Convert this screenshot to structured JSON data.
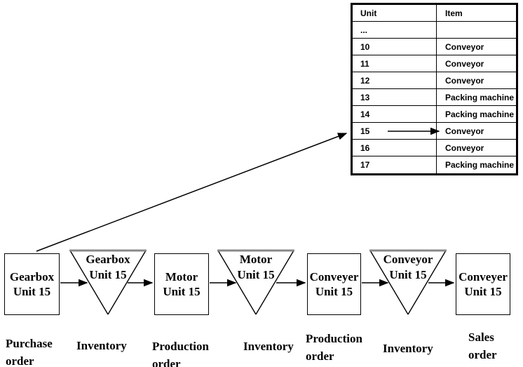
{
  "colors": {
    "ink": "#000000",
    "background": "#ffffff",
    "triangle_top_edge": "#888888"
  },
  "table": {
    "headers": {
      "unit": "Unit",
      "item": "Item"
    },
    "rows": [
      {
        "unit": "...",
        "item": ""
      },
      {
        "unit": "10",
        "item": "Conveyor"
      },
      {
        "unit": "11",
        "item": "Conveyor"
      },
      {
        "unit": "12",
        "item": "Conveyor"
      },
      {
        "unit": "13",
        "item": "Packing machine"
      },
      {
        "unit": "14",
        "item": "Packing machine"
      },
      {
        "unit": "15",
        "item": "Conveyor",
        "note": "arrow points from unit 15 to Conveyor"
      },
      {
        "unit": "16",
        "item": "Conveyor"
      },
      {
        "unit": "17",
        "item": "Packing machine"
      }
    ]
  },
  "flow": {
    "stages": [
      {
        "shape": "rectangle",
        "title_line1": "Gearbox",
        "title_line2": "Unit 15",
        "caption_line1": "Purchase",
        "caption_line2": "order"
      },
      {
        "shape": "inventory-triangle",
        "title_line1": "Gearbox",
        "title_line2": "Unit 15",
        "caption_line1": "Inventory",
        "caption_line2": ""
      },
      {
        "shape": "rectangle",
        "title_line1": "Motor",
        "title_line2": "Unit 15",
        "caption_line1": "Production",
        "caption_line2": "order"
      },
      {
        "shape": "inventory-triangle",
        "title_line1": "Motor",
        "title_line2": "Unit 15",
        "caption_line1": "Inventory",
        "caption_line2": ""
      },
      {
        "shape": "rectangle",
        "title_line1": "Conveyer",
        "title_line2": "Unit 15",
        "caption_line1": "Production",
        "caption_line2": "order"
      },
      {
        "shape": "inventory-triangle",
        "title_line1": "Conveyor",
        "title_line2": "Unit 15",
        "caption_line1": "Inventory",
        "caption_line2": ""
      },
      {
        "shape": "rectangle",
        "title_line1": "Conveyer",
        "title_line2": "Unit 15",
        "caption_line1": "Sales",
        "caption_line2": "order"
      }
    ]
  }
}
